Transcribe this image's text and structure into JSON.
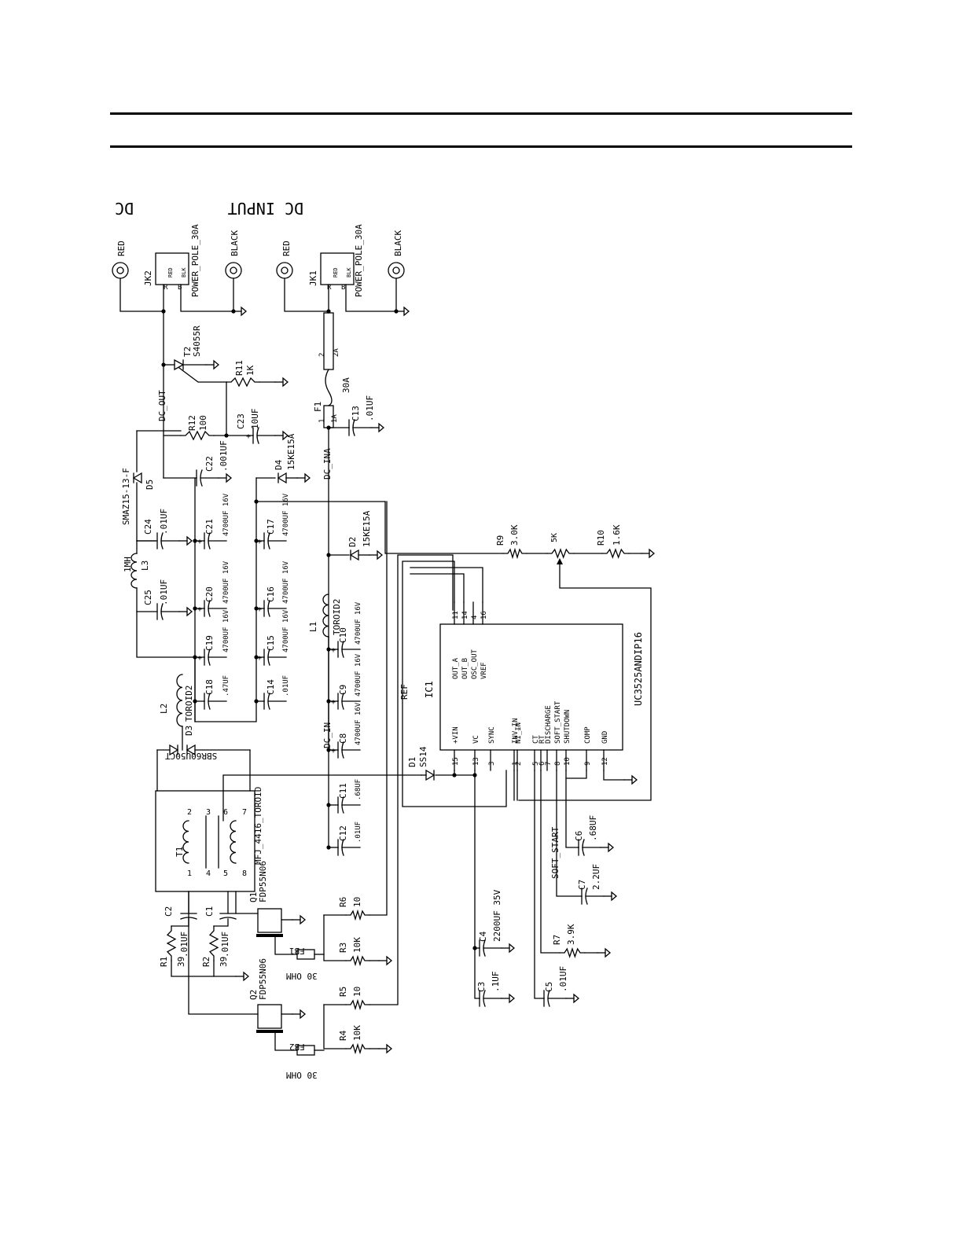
{
  "sections": {
    "output_title": "DC OUTPUT",
    "input_title": "DC INPUT"
  },
  "connectors": {
    "jk2": {
      "ref": "JK2",
      "part": "POWER_POLE_30A",
      "red": "RED",
      "black": "BLACK",
      "pin_r": "R",
      "pin_b": "B",
      "red_tag": "RED",
      "blk_tag": "BLK"
    },
    "jk1": {
      "ref": "JK1",
      "part": "POWER_POLE_30A",
      "red": "RED",
      "black": "BLACK",
      "pin_r": "R",
      "pin_b": "B",
      "red_tag": "RED",
      "blk_tag": "BLK"
    }
  },
  "nets": {
    "dc_out": "DC_OUT",
    "dc_ina": "DC_INA",
    "dc_in": "DC_IN",
    "ref": "REF",
    "soft_start": "SOFT_START"
  },
  "components": {
    "t2": {
      "ref": "T2",
      "value": "S4055R"
    },
    "r11": {
      "ref": "R11",
      "value": "1K"
    },
    "r12": {
      "ref": "R12",
      "value": "100"
    },
    "c23": {
      "ref": "C23",
      "value": "10UF"
    },
    "d5": {
      "ref": "D5",
      "value": "SMAZ15-13-F"
    },
    "c22": {
      "ref": "C22",
      "value": ".001UF"
    },
    "d4": {
      "ref": "D4",
      "value": "15KE15A"
    },
    "c24": {
      "ref": "C24",
      "value": ".01UF"
    },
    "l3": {
      "ref": "L3",
      "value": "1MH"
    },
    "c25": {
      "ref": "C25",
      "value": ".01UF"
    },
    "c21": {
      "ref": "C21",
      "value": "4700UF 16V"
    },
    "c20": {
      "ref": "C20",
      "value": "4700UF 16V"
    },
    "c19": {
      "ref": "C19",
      "value": "4700UF 16V"
    },
    "c18": {
      "ref": "C18",
      "value": ".47UF"
    },
    "c17": {
      "ref": "C17",
      "value": "4700UF 16V"
    },
    "c16": {
      "ref": "C16",
      "value": "4700UF 16V"
    },
    "c15": {
      "ref": "C15",
      "value": "4700UF 16V"
    },
    "c14": {
      "ref": "C14",
      "value": ".01UF"
    },
    "l2": {
      "ref": "L2",
      "value": "TOROID2"
    },
    "d3": {
      "ref": "D3",
      "value": "SBR60U50CT"
    },
    "f1": {
      "ref": "F1",
      "value": "30A",
      "pin1": "1",
      "pin2": "2",
      "tag1": "1A",
      "tag2": "2A"
    },
    "c13": {
      "ref": "C13",
      "value": ".01UF"
    },
    "d2": {
      "ref": "D2",
      "value": "15KE15A"
    },
    "l1": {
      "ref": "L1",
      "value": "TOROID2"
    },
    "c10": {
      "ref": "C10",
      "value": "4700UF 16V"
    },
    "c9": {
      "ref": "C9",
      "value": "4700UF 16V"
    },
    "c8": {
      "ref": "C8",
      "value": "4700UF 16V"
    },
    "c11": {
      "ref": "C11",
      "value": ".68UF"
    },
    "c12": {
      "ref": "C12",
      "value": ".01UF"
    },
    "r9": {
      "ref": "R9",
      "value": "3.0K"
    },
    "pot": {
      "value": "5K"
    },
    "r10": {
      "ref": "R10",
      "value": "1.6K"
    },
    "t1": {
      "ref": "T1",
      "value": "MFJ_4416_TOROID"
    },
    "c2": {
      "ref": "C2",
      "value": ".01UF"
    },
    "c1": {
      "ref": "C1",
      "value": ".01UF"
    },
    "r1": {
      "ref": "R1",
      "value": "39"
    },
    "r2": {
      "ref": "R2",
      "value": "39"
    },
    "q1": {
      "ref": "Q1",
      "value": "FDP55N06"
    },
    "q2": {
      "ref": "Q2",
      "value": "FDP55N06"
    },
    "fb1": {
      "ref": "FB1",
      "value": "30 OHM"
    },
    "fb2": {
      "ref": "FB2",
      "value": "30 OHM"
    },
    "r6": {
      "ref": "R6",
      "value": "10"
    },
    "r3": {
      "ref": "R3",
      "value": "10K"
    },
    "r5": {
      "ref": "R5",
      "value": "10"
    },
    "r4": {
      "ref": "R4",
      "value": "10K"
    },
    "d1": {
      "ref": "D1",
      "value": "SS14"
    },
    "c4": {
      "ref": "C4",
      "value": "2200UF 35V"
    },
    "c3": {
      "ref": "C3",
      "value": ".1UF"
    },
    "c5": {
      "ref": "C5",
      "value": ".01UF"
    },
    "r7": {
      "ref": "R7",
      "value": "3.9K"
    },
    "c7": {
      "ref": "C7",
      "value": "2.2UF"
    },
    "c6": {
      "ref": "C6",
      "value": ".68UF"
    }
  },
  "t1_pins": [
    "2",
    "3",
    "6",
    "7",
    "1",
    "4",
    "5",
    "8"
  ],
  "ic": {
    "ref": "IC1",
    "part": "UC3525ANDIP16",
    "pins": [
      {
        "num": "11",
        "name": "OUT_A"
      },
      {
        "num": "14",
        "name": "OUT_B"
      },
      {
        "num": "4",
        "name": "OSC_OUT"
      },
      {
        "num": "16",
        "name": "VREF"
      },
      {
        "num": "15",
        "name": "+VIN"
      },
      {
        "num": "13",
        "name": "VC"
      },
      {
        "num": "3",
        "name": "SYNC"
      },
      {
        "num": "1",
        "name": "INV_IN"
      },
      {
        "num": "2",
        "name": "NI_IN"
      },
      {
        "num": "5",
        "name": "CT"
      },
      {
        "num": "6",
        "name": "RT"
      },
      {
        "num": "7",
        "name": "DISCHARGE"
      },
      {
        "num": "8",
        "name": "SOFT_START"
      },
      {
        "num": "10",
        "name": "SHUTDOWN"
      },
      {
        "num": "9",
        "name": "COMP"
      },
      {
        "num": "12",
        "name": "GND"
      }
    ]
  }
}
